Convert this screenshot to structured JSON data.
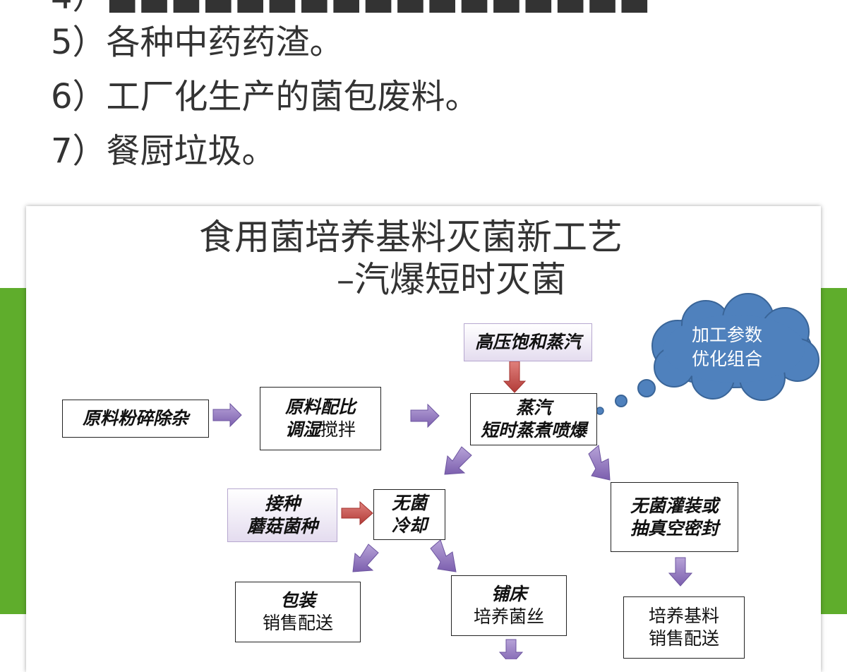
{
  "list": {
    "items": [
      "5）各种中药药渣。",
      "6）工厂化生产的菌包废料。",
      "7）餐厨垃圾。"
    ]
  },
  "diagram": {
    "title_line1": "食用菌培养基料灭菌新工艺",
    "title_line2": "–汽爆短时灭菌",
    "nodes": {
      "raw_crush": "原料粉碎除杂",
      "ratio_a": "原料配比",
      "ratio_b1": "调湿",
      "ratio_b2": "搅拌",
      "steam_source": "高压饱和蒸汽",
      "explode_a": "蒸汽",
      "explode_b": "短时蒸煮喷爆",
      "cloud_a": "加工参数",
      "cloud_b": "优化组合",
      "inoculate_a": "接种",
      "inoculate_b": "蘑菇菌种",
      "cool_a": "无菌",
      "cool_b": "冷却",
      "seal_a": "无菌灌装或",
      "seal_b": "抽真空密封",
      "pack_a": "包装",
      "pack_b": "销售配送",
      "bed_a": "铺床",
      "bed_b": "培养菌丝",
      "sell_a": "培养基料",
      "sell_b": "销售配送"
    }
  },
  "colors": {
    "green_band": "#5fad2c",
    "arrow_purple": "#8c6fb8",
    "arrow_red": "#c0504d",
    "cloud_blue": "#4f81bd"
  }
}
